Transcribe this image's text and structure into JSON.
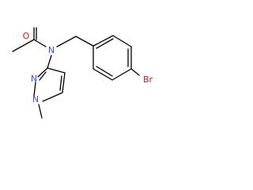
{
  "molecule": {
    "atoms": {
      "o": {
        "label": "O",
        "color": "#ff0d0d"
      },
      "n_amide": {
        "label": "N",
        "color": "#3050f8"
      },
      "n_ring_1": {
        "label": "N",
        "color": "#3050f8"
      },
      "n_ring_2": {
        "label": "N",
        "color": "#3050f8"
      },
      "br": {
        "label": "Br",
        "color": "#a62929"
      }
    },
    "bond_color": "#000000"
  }
}
